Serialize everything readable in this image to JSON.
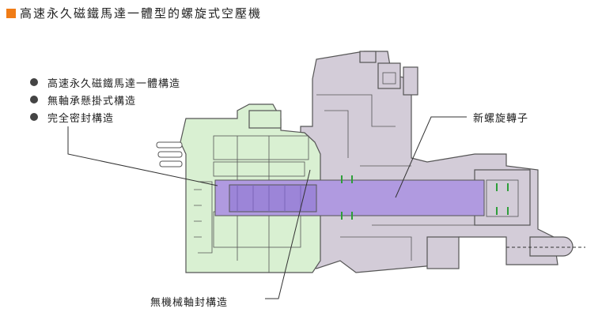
{
  "header": {
    "title": "高速永久磁鐵馬達一體型的螺旋式空壓機",
    "marker_color": "#f07c16"
  },
  "features": [
    {
      "text": "高速永久磁鐵馬達一體構造"
    },
    {
      "text": "無軸承懸掛式構造"
    },
    {
      "text": "完全密封構造"
    }
  ],
  "callouts": {
    "rotor": "新螺旋轉子",
    "seal": "無機械軸封構造"
  },
  "colors": {
    "motor_housing": "#d9f0d2",
    "compressor_body": "#d3ccd8",
    "shaft": "#b09ae0",
    "seal_green": "#2e9e3a"
  }
}
